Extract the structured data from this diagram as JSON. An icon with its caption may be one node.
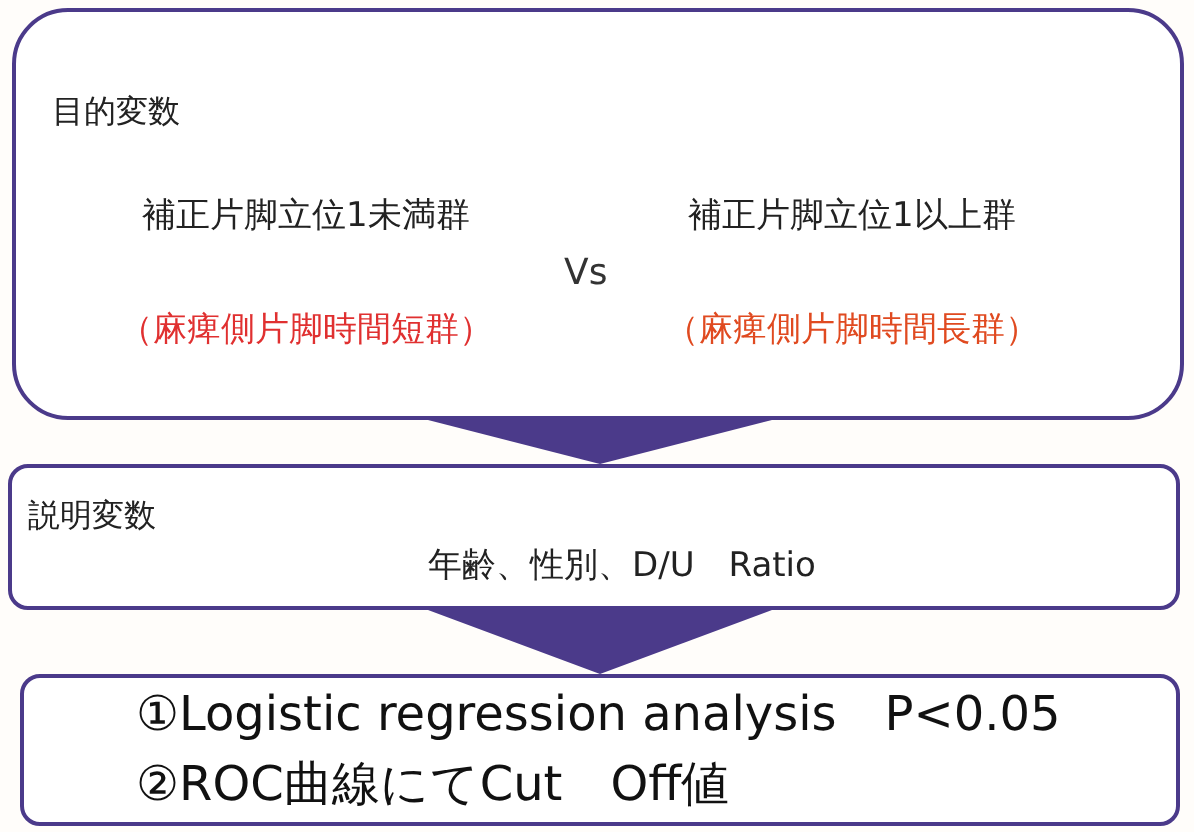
{
  "diagram": {
    "nodes": [
      {
        "text": [
          "目的変数",
          "補正片脚立位1未満群",
          "（麻痺側片脚時間短群）",
          "Vs",
          "補正片脚立位1以上群",
          "（麻痺側片脚時間長群）"
        ]
      },
      {
        "text": [
          "説明変数",
          "年齢、性別、D/U　Ratio"
        ]
      },
      {
        "text": [
          "①Logistic regression analysis　P<0.05",
          "②ROC曲線にてCut　Off値"
        ]
      }
    ],
    "edges": [
      {
        "from": 0,
        "to": 1,
        "arrow": "to"
      },
      {
        "from": 1,
        "to": 2,
        "arrow": "to"
      }
    ]
  }
}
